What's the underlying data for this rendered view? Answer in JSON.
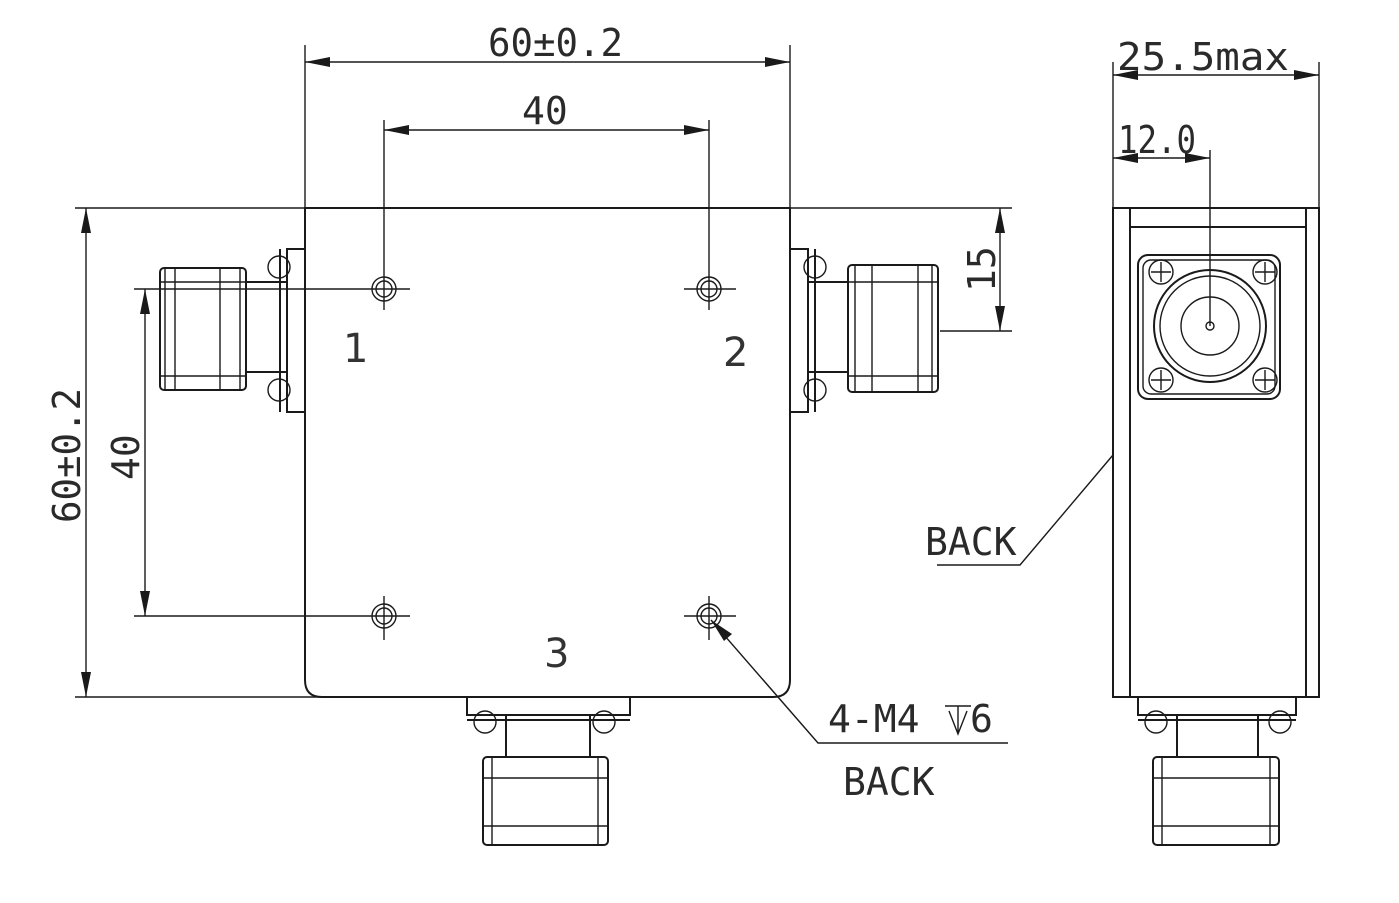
{
  "drawing": {
    "dimensions": {
      "top_width": "60±0.2",
      "hole_spacing_h": "40",
      "side_height": "60±0.2",
      "hole_spacing_v": "40",
      "connector_offset": "15",
      "side_depth": "25.5max",
      "side_connector_center": "12.0"
    },
    "ports": {
      "port1": "1",
      "port2": "2",
      "port3": "3"
    },
    "notes": {
      "hole_spec": "4-M4",
      "hole_depth": "6",
      "back_front_view": "BACK",
      "back_side_view": "BACK"
    }
  }
}
